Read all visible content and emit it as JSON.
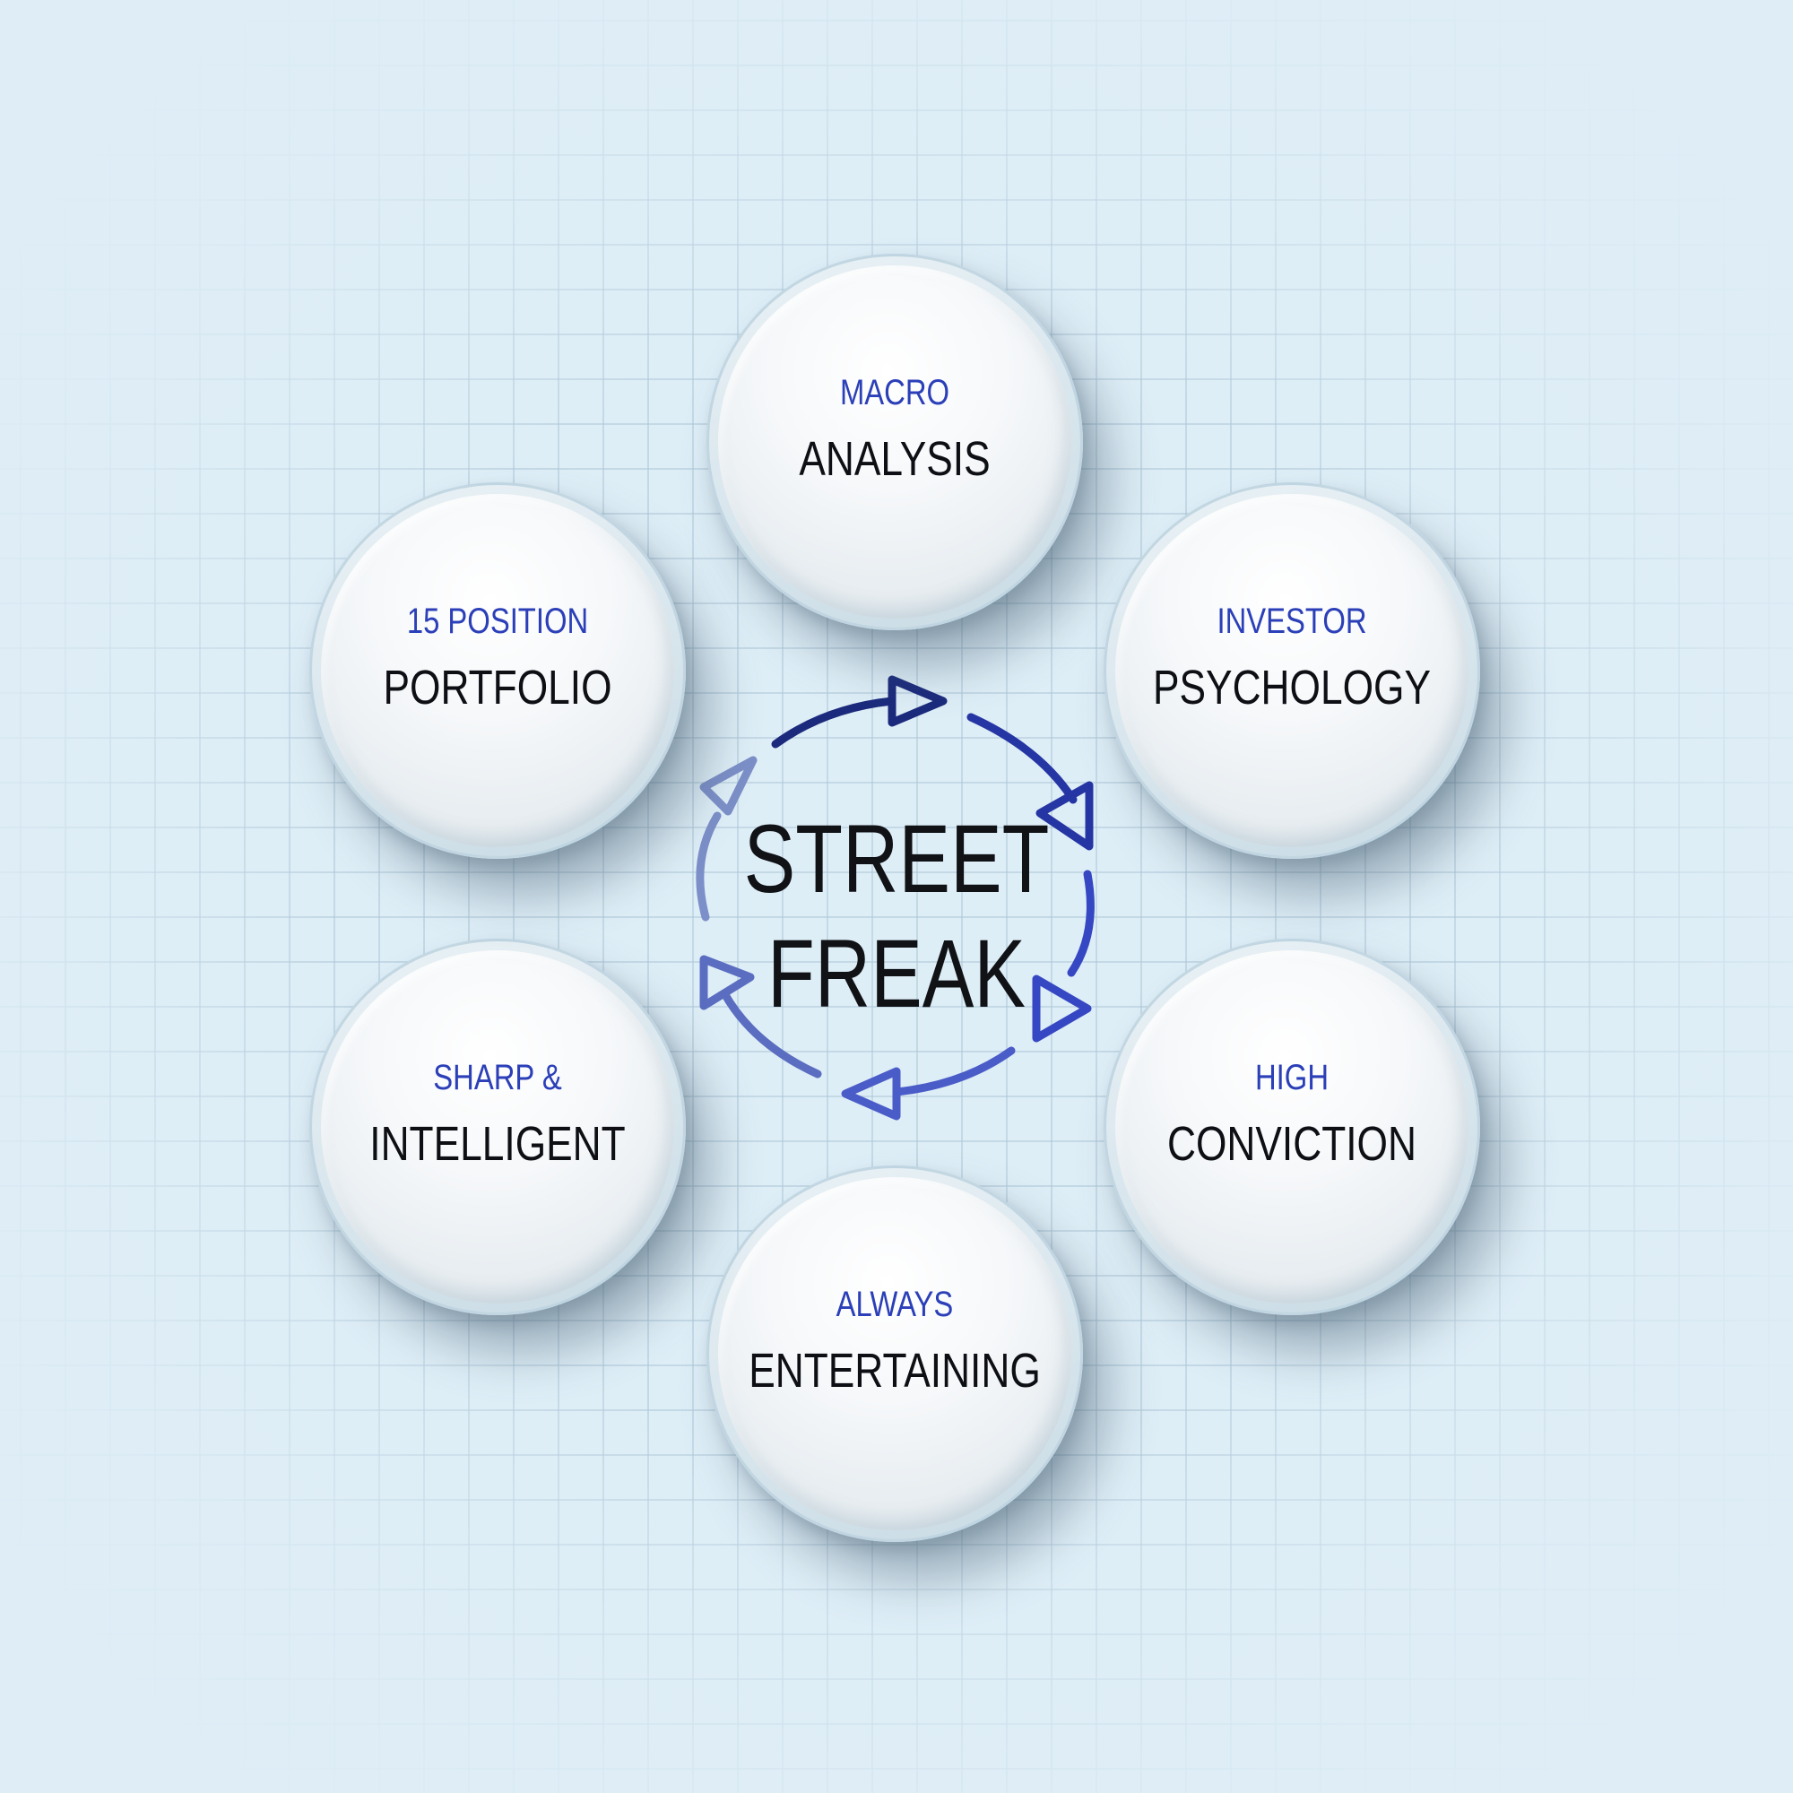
{
  "center": {
    "line1": "STREET",
    "line2": "FREAK"
  },
  "nodes": [
    {
      "id": "top",
      "top_label": "MACRO",
      "main_label": "ANALYSIS"
    },
    {
      "id": "upper-right",
      "top_label": "INVESTOR",
      "main_label": "PSYCHOLOGY"
    },
    {
      "id": "lower-right",
      "top_label": "HIGH",
      "main_label": "CONVICTION"
    },
    {
      "id": "bottom",
      "top_label": "ALWAYS",
      "main_label": "ENTERTAINING"
    },
    {
      "id": "lower-left",
      "top_label": "SHARP &",
      "main_label": "INTELLIGENT"
    },
    {
      "id": "upper-left",
      "top_label": "15 POSITION",
      "main_label": "PORTFOLIO"
    }
  ],
  "colors": {
    "accent_blue": "#2b3fb8",
    "text_dark": "#0d0f14",
    "background": "#deeef7"
  }
}
